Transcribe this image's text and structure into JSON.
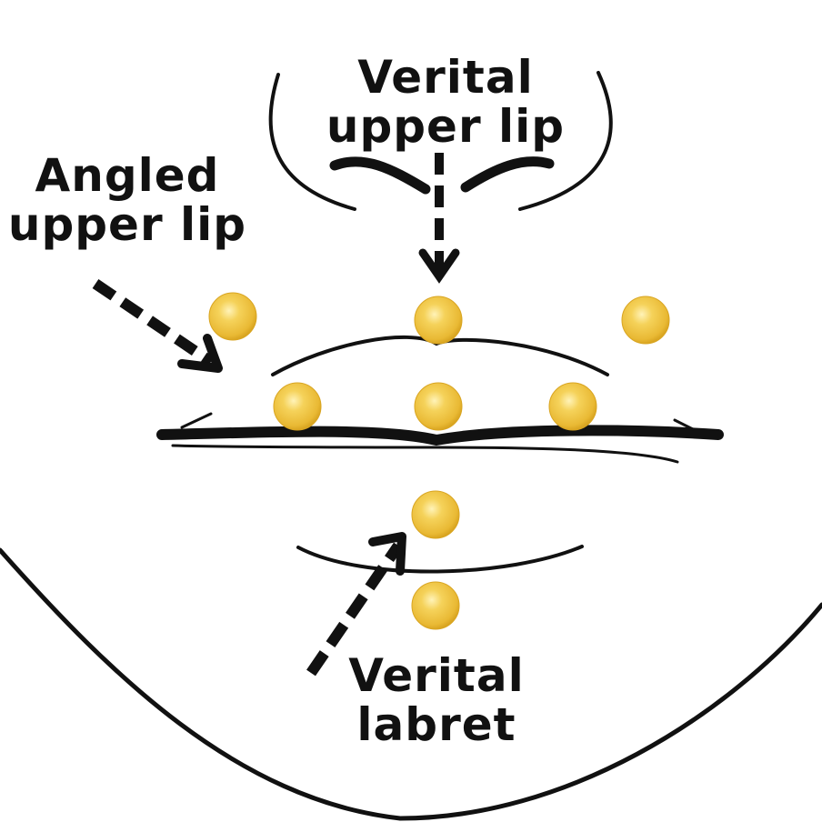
{
  "labels": {
    "vertical_upper_lip": [
      "Verital",
      "upper lip"
    ],
    "angled_upper_lip": [
      "Angled",
      "upper lip"
    ],
    "vertical_labret": [
      "Verital",
      "labret"
    ]
  },
  "colors": {
    "stud": "#f2c744",
    "stud_highlight": "#fff3b8",
    "stud_shadow": "#d9a521",
    "line": "#111111"
  }
}
